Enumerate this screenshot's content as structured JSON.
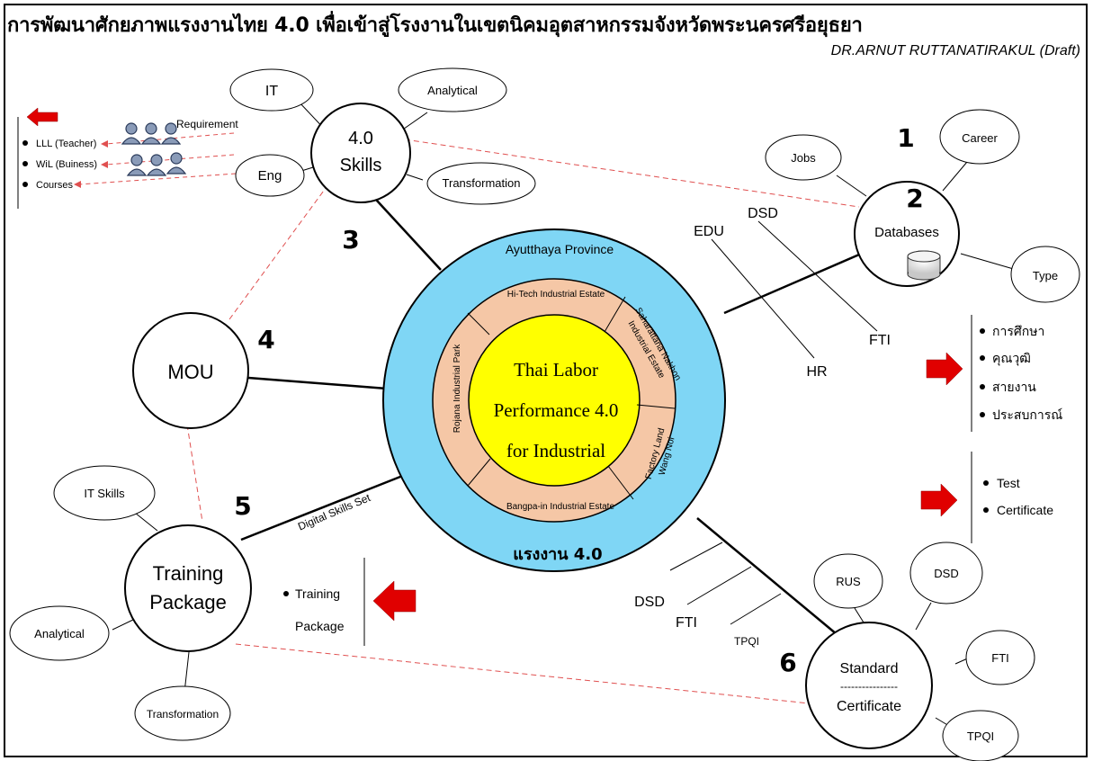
{
  "title": "การพัฒนาศักยภาพแรงงานไทย 4.0 เพื่อเข้าสู่โรงงานในเขตนิคมอุตสาหกรรมจังหวัดพระนครศรีอยุธยา",
  "author": "DR.ARNUT RUTTANATIRAKUL (Draft)",
  "center": {
    "title_lines": [
      "Thai Labor",
      "Performance 4.0",
      "for Industrial"
    ],
    "province": "Ayutthaya Province",
    "bottom_label": "แรงงาน 4.0",
    "estates": {
      "top": "Hi-Tech Industrial Estate",
      "right_top_1": "Saharattana Nakhon",
      "right_top_2": "Industrial Estate",
      "right_bottom_1": "Factory Land",
      "right_bottom_2": "Wang Noi",
      "bottom": "Bangpa-in Industrial Estate",
      "left": "Rojana Industrial Park"
    }
  },
  "skills": {
    "title_lines": [
      "4.0",
      "Skills"
    ],
    "satellites": [
      "IT",
      "Analytical",
      "Eng",
      "Transformation"
    ],
    "number": "3"
  },
  "requirements": {
    "label": "Requirement",
    "items": [
      "LLL (Teacher)",
      "WiL (Buiness)",
      "Courses"
    ]
  },
  "databases": {
    "title": "Databases",
    "satellites": [
      "Jobs",
      "Career",
      "Type"
    ],
    "numbers": [
      "1",
      "2"
    ],
    "branches": [
      "DSD",
      "EDU",
      "FTI",
      "HR"
    ],
    "info_items": [
      "การศึกษา",
      "คุณวุฒิ",
      "สายงาน",
      "ประสบการณ์"
    ]
  },
  "mou": {
    "title": "MOU",
    "number": "4"
  },
  "training": {
    "title_lines": [
      "Training",
      "Package"
    ],
    "satellites": [
      "IT Skills",
      "Analytical",
      "Transformation"
    ],
    "number": "5",
    "link_label": "Digital Skills Set",
    "note_lines": [
      "Training",
      "Package"
    ]
  },
  "standard": {
    "title": "Standard",
    "divider": "----------------",
    "subtitle": "Certificate",
    "satellites": [
      "RUS",
      "DSD",
      "FTI",
      "TPQI"
    ],
    "number": "6",
    "branches": [
      "DSD",
      "FTI",
      "TPQI"
    ],
    "cert_items": [
      "Test",
      "Certificate"
    ]
  },
  "colors": {
    "outer_ring": "#7fd6f5",
    "inner_ring": "#f5c7a6",
    "core": "#ffff00",
    "arrow": "#e00000",
    "dashed": "#e05050",
    "people": "#8a9bb8"
  }
}
